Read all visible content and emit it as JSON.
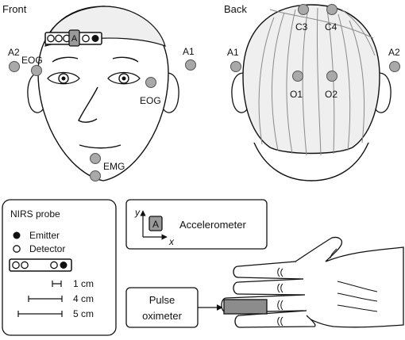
{
  "front": {
    "title": "Front",
    "probe_label": "A",
    "labels": {
      "a2": "A2",
      "a1": "A1",
      "eog_left": "EOG",
      "eog_right": "EOG",
      "emg": "EMG"
    }
  },
  "back": {
    "title": "Back",
    "labels": {
      "c3": "C3",
      "c4": "C4",
      "a1": "A1",
      "a2": "A2",
      "o1": "O1",
      "o2": "O2"
    }
  },
  "legend": {
    "title": "NIRS probe",
    "emitter": "Emitter",
    "detector": "Detector",
    "scale_1": "1 cm",
    "scale_4": "4 cm",
    "scale_5": "5 cm"
  },
  "accelerometer": {
    "label": "Accelerometer",
    "box_letter": "A",
    "axis_x": "x",
    "axis_y": "y"
  },
  "pulse": {
    "line1": "Pulse",
    "line2": "oximeter"
  },
  "colors": {
    "electrode": "#a9a9a9",
    "hair": "#efefef",
    "skin": "#ffffff",
    "sensor": "#8c8c8c",
    "stroke": "#111111"
  }
}
